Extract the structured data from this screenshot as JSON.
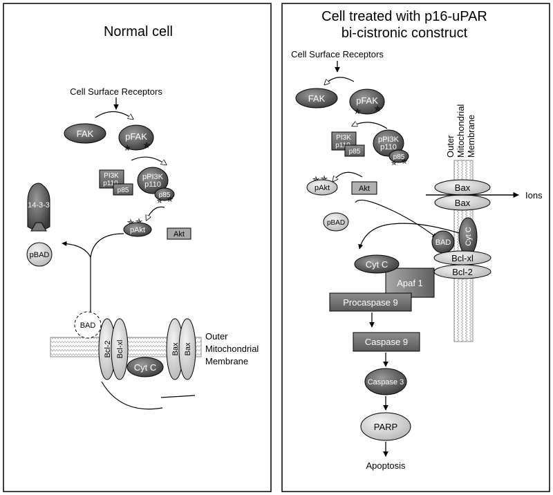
{
  "left_panel": {
    "title": "Normal cell",
    "cell_surface_receptors": "Cell Surface Receptors",
    "fak": "FAK",
    "pfak": "pFAK",
    "pi3k": "PI3K",
    "p110": "p110",
    "p85": "p85",
    "ppi3k": "pPI3K",
    "ppi3k_p110": "p110",
    "ppi3k_p85": "p85",
    "pakt": "pAkt",
    "akt": "Akt",
    "protein_14_3_3": "14-3-3",
    "pbad": "pBAD",
    "bad": "BAD",
    "bcl2": "Bcl-2",
    "bclxl": "Bcl-xl",
    "cytc": "Cyt C",
    "bax1": "Bax",
    "bax2": "Bax",
    "membrane_outer": "Outer",
    "membrane_mito": "Mitochondrial",
    "membrane_membrane": "Membrane"
  },
  "right_panel": {
    "title_line1": "Cell treated with p16-uPAR",
    "title_line2": "bi-cistronic construct",
    "cell_surface_receptors": "Cell Surface Receptors",
    "fak": "FAK",
    "pfak": "pFAK",
    "pi3k": "PI3K",
    "p110": "p110",
    "p85": "p85",
    "ppi3k": "pPI3K",
    "ppi3k_p110": "p110",
    "ppi3k_p85": "p85",
    "pakt": "pAkt",
    "akt": "Akt",
    "pbad": "pBAD",
    "bad": "BAD",
    "cytc_membrane": "Cyt C",
    "bax1": "Bax",
    "bax2": "Bax",
    "ions": "Ions",
    "bclxl": "Bcl-xl",
    "bcl2": "Bcl-2",
    "cytc_released": "Cyt C",
    "apaf1": "Apaf 1",
    "procaspase9": "Procaspase 9",
    "caspase9": "Caspase 9",
    "caspase3": "Caspase 3",
    "parp": "PARP",
    "apoptosis": "Apoptosis",
    "membrane_outer": "Outer",
    "membrane_mito": "Mitochondrial",
    "membrane_membrane": "Membrane"
  }
}
